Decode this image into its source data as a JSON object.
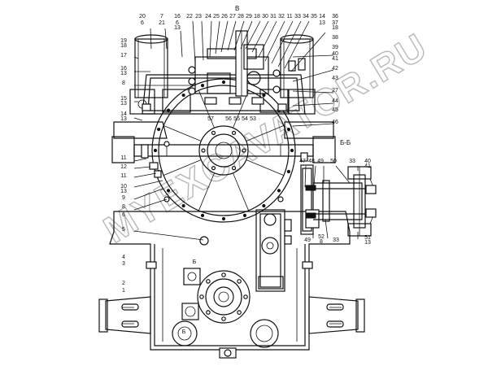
{
  "watermark": "MYEXCAVATOR.RU",
  "section_view_title": "Б-Б",
  "top_letter": "B",
  "labels": [
    "20",
    "6",
    "7",
    "21",
    "16",
    "6",
    "13",
    "22",
    "23",
    "24",
    "25",
    "26",
    "27",
    "28",
    "29",
    "18",
    "30",
    "31",
    "32",
    "11",
    "33",
    "34",
    "35",
    "14",
    "13",
    "36",
    "37",
    "18",
    "19",
    "18",
    "38",
    "17",
    "39",
    "40",
    "41",
    "42",
    "16",
    "13",
    "43",
    "8",
    "27",
    "15",
    "13",
    "44",
    "45",
    "14",
    "13",
    "57",
    "56",
    "55",
    "54",
    "53",
    "46",
    "11",
    "12",
    "11",
    "10",
    "13",
    "9",
    "8",
    "6",
    "47",
    "48",
    "49",
    "50",
    "33",
    "40",
    "41",
    "5",
    "49",
    "52",
    "8",
    "33",
    "51",
    "13",
    "4",
    "3",
    "2",
    "1",
    "Б",
    "Б"
  ]
}
